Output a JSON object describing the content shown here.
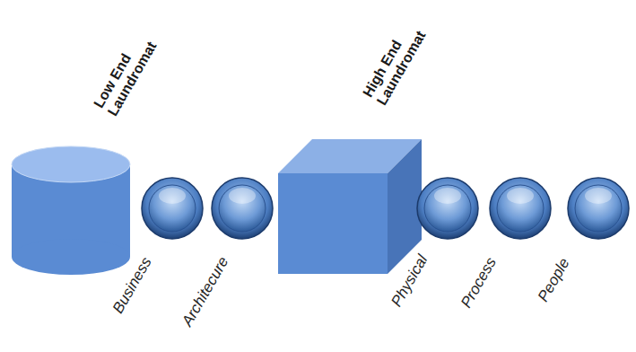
{
  "diagram": {
    "nodes": [
      {
        "text": [
          "Low End Laundromat"
        ]
      },
      {
        "text": [
          "Business"
        ]
      },
      {
        "text": [
          "Architecure"
        ]
      },
      {
        "text": [
          "High End Laundromat"
        ]
      },
      {
        "text": [
          "Physical"
        ]
      },
      {
        "text": [
          "Process"
        ]
      },
      {
        "text": [
          "People"
        ]
      }
    ]
  }
}
